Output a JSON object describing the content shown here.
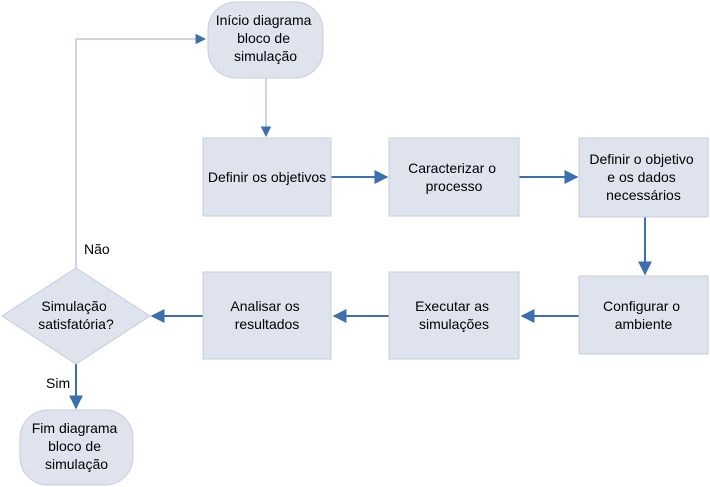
{
  "diagram": {
    "colors": {
      "box_fill": "#dfe3ee",
      "box_stroke": "#c7ccd9",
      "arrow": "#3c6fb0",
      "feedback_line": "#b8c7de"
    },
    "nodes": {
      "start": {
        "lines": [
          "Início diagrama",
          "bloco de",
          "simulação"
        ]
      },
      "define_objectives": {
        "lines": [
          "Definir os objetivos"
        ]
      },
      "characterize": {
        "lines": [
          "Caracterizar o",
          "processo"
        ]
      },
      "define_data": {
        "lines": [
          "Definir  o objetivo",
          "e os dados",
          "necessários"
        ]
      },
      "configure": {
        "lines": [
          "Configurar o",
          "ambiente"
        ]
      },
      "execute": {
        "lines": [
          "Executar as",
          "simulações"
        ]
      },
      "analyze": {
        "lines": [
          "Analisar os",
          "resultados"
        ]
      },
      "decision": {
        "lines": [
          "Simulação",
          "satisfatória?"
        ]
      },
      "end": {
        "lines": [
          "Fim diagrama",
          "bloco de",
          "simulação"
        ]
      }
    },
    "edge_labels": {
      "no": "Não",
      "yes": "Sim"
    }
  }
}
